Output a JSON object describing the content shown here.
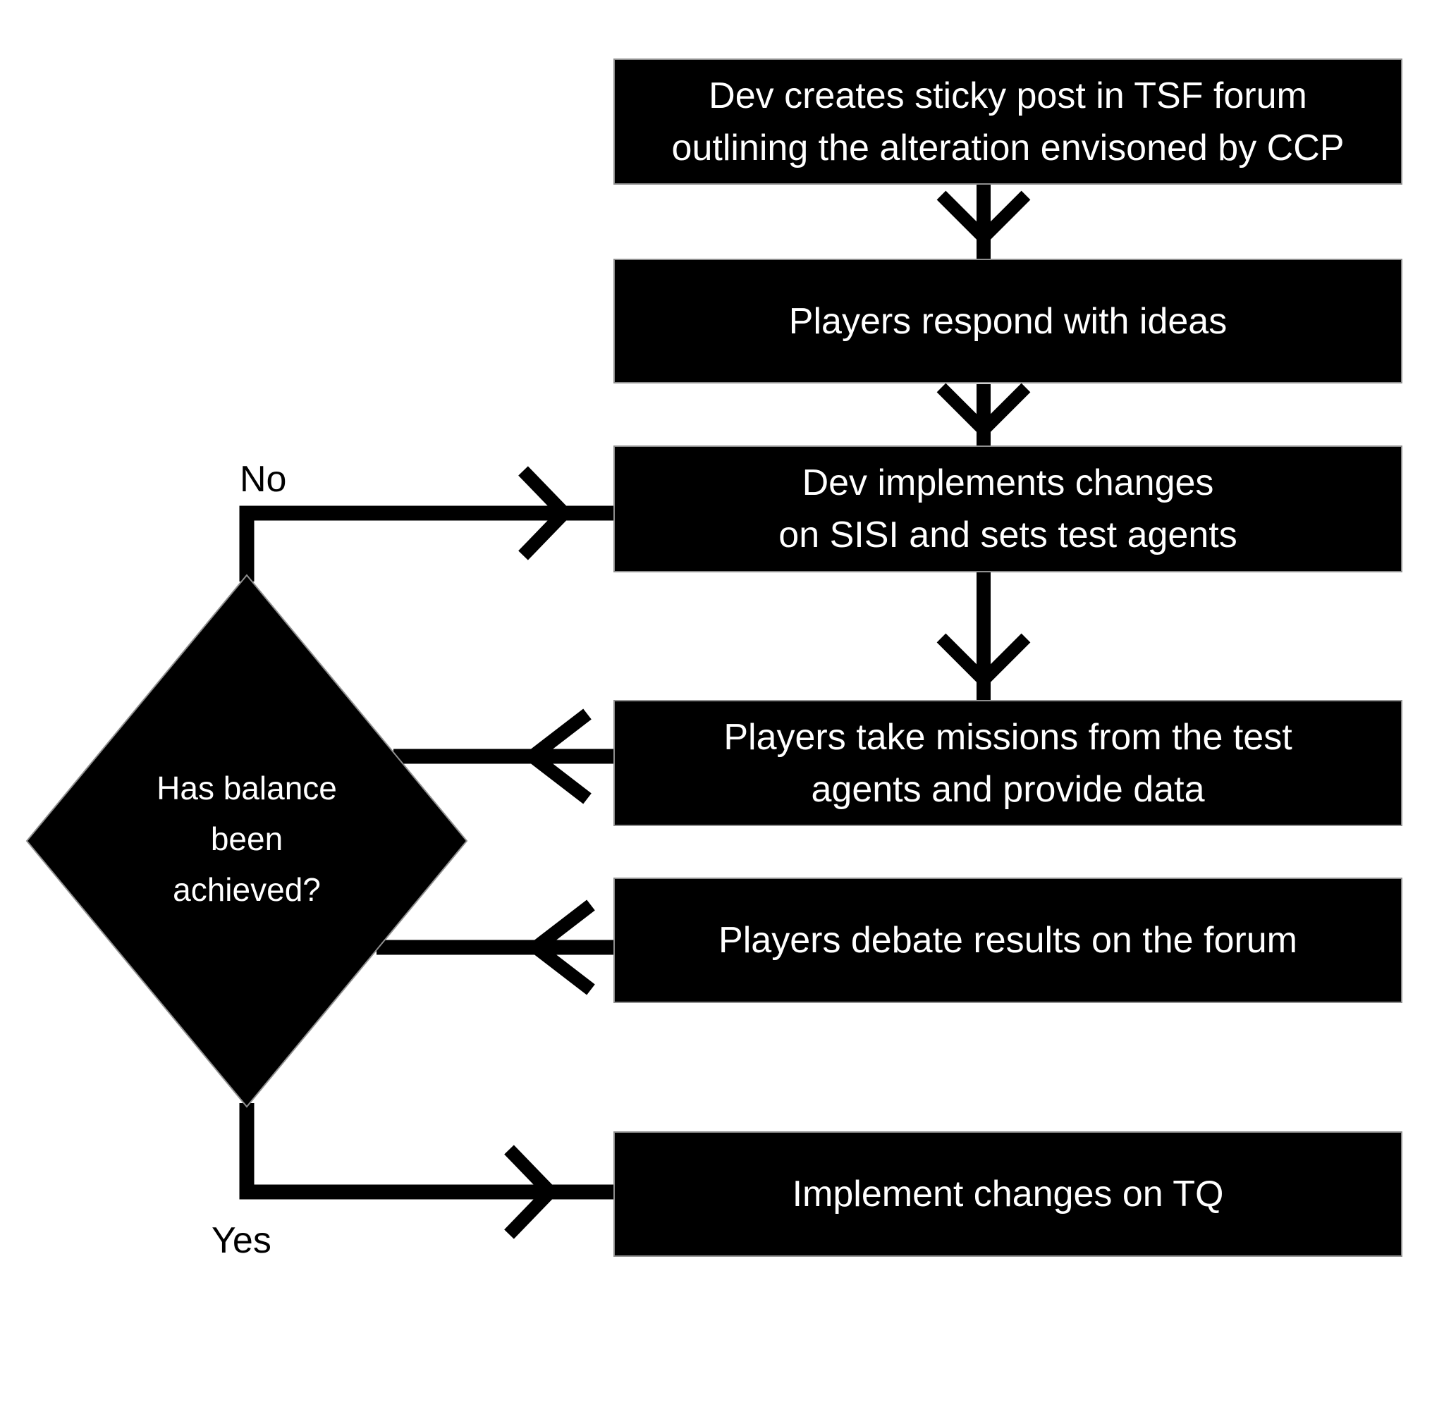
{
  "nodes": {
    "box1": {
      "line1": "Dev creates sticky post in TSF forum",
      "line2": "outlining the alteration envisoned by CCP"
    },
    "box2": {
      "line1": "Players respond with ideas"
    },
    "box3": {
      "line1": "Dev implements changes",
      "line2": "on SISI and sets test agents"
    },
    "box4": {
      "line1": "Players take missions from the test",
      "line2": "agents and provide data"
    },
    "box5": {
      "line1": "Players debate results on the forum"
    },
    "box6": {
      "line1": "Implement changes on TQ"
    },
    "decision": {
      "line1": "Has balance",
      "line2": "been",
      "line3": "achieved?"
    }
  },
  "labels": {
    "no": "No",
    "yes": "Yes"
  },
  "colors": {
    "background": "#ffffff",
    "node_fill": "#000000",
    "node_text": "#ffffff",
    "connector": "#000000",
    "node_border": "#8f8f8f"
  }
}
